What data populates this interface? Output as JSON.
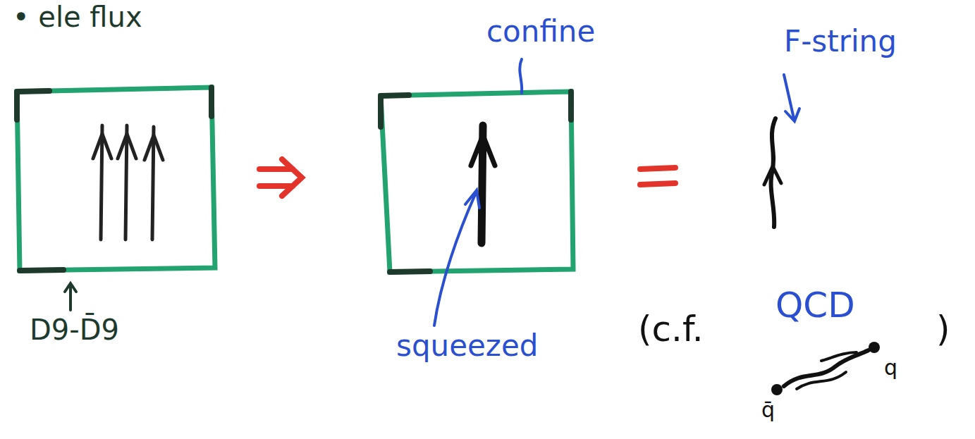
{
  "diagram": {
    "labels": [
      "• ele flux",
      "D9-D̄9",
      "confine",
      "squeezed",
      "F-string",
      "(c.f.",
      "QCD",
      ")",
      "q̄",
      "q"
    ]
  }
}
